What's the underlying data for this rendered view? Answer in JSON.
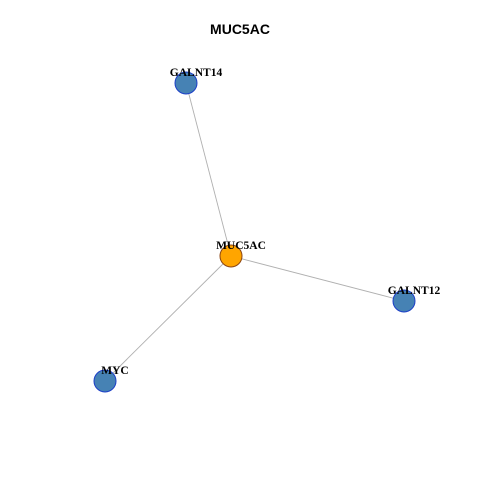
{
  "title": "MUC5AC",
  "colors": {
    "hub_fill": "#FFA500",
    "hub_stroke": "#8B4513",
    "leaf_fill": "#4682B4",
    "node_stroke": "#1C3FC8",
    "edge": "#B0B0B0"
  },
  "nodes": [
    {
      "id": "MUC5AC",
      "label": "MUC5AC",
      "role": "hub"
    },
    {
      "id": "GALNT14",
      "label": "GALNT14",
      "role": "leaf"
    },
    {
      "id": "GALNT12",
      "label": "GALNT12",
      "role": "leaf"
    },
    {
      "id": "MYC",
      "label": "MYC",
      "role": "leaf"
    }
  ],
  "edges": [
    {
      "source": "MUC5AC",
      "target": "GALNT14"
    },
    {
      "source": "MUC5AC",
      "target": "GALNT12"
    },
    {
      "source": "MUC5AC",
      "target": "MYC"
    }
  ]
}
